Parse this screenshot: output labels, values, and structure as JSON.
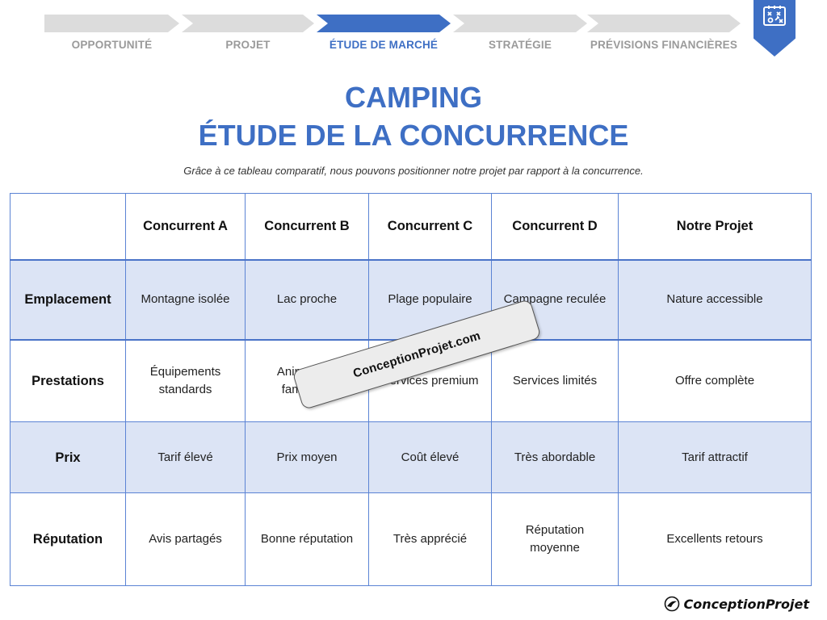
{
  "steps": [
    {
      "label": "OPPORTUNITÉ",
      "active": false
    },
    {
      "label": "PROJET",
      "active": false
    },
    {
      "label": "ÉTUDE DE MARCHÉ",
      "active": true
    },
    {
      "label": "STRATÉGIE",
      "active": false
    },
    {
      "label": "PRÉVISIONS FINANCIÈRES",
      "active": false
    }
  ],
  "ribbon": {
    "icon": "strategy-board-icon"
  },
  "title": {
    "line1": "CAMPING",
    "line2": "ÉTUDE DE LA CONCURRENCE"
  },
  "subtitle": "Grâce à ce tableau comparatif, nous pouvons positionner notre projet par rapport à la concurrence.",
  "table": {
    "headers": [
      "",
      "Concurrent A",
      "Concurrent B",
      "Concurrent C",
      "Concurrent D",
      "Notre Projet"
    ],
    "rows": [
      {
        "label": "Emplacement",
        "cells": [
          "Montagne isolée",
          "Lac proche",
          "Plage populaire",
          "Campagne reculée",
          "Nature accessible"
        ]
      },
      {
        "label": "Prestations",
        "cells": [
          "Équipements standards",
          "Animations familiales",
          "Services premium",
          "Services limités",
          "Offre complète"
        ]
      },
      {
        "label": "Prix",
        "cells": [
          "Tarif élevé",
          "Prix moyen",
          "Coût élevé",
          "Très abordable",
          "Tarif attractif"
        ]
      },
      {
        "label": "Réputation",
        "cells": [
          "Avis partagés",
          "Bonne réputation",
          "Très apprécié",
          "Réputation moyenne",
          "Excellents retours"
        ]
      }
    ]
  },
  "watermark": "ConceptionProjet.com",
  "footer": {
    "logo_text": "ConceptionProjet"
  },
  "colors": {
    "accent": "#3e6fc4",
    "inactive_step": "#dcdcdc",
    "row_shade": "#dce4f5",
    "border": "#5b83d4"
  }
}
